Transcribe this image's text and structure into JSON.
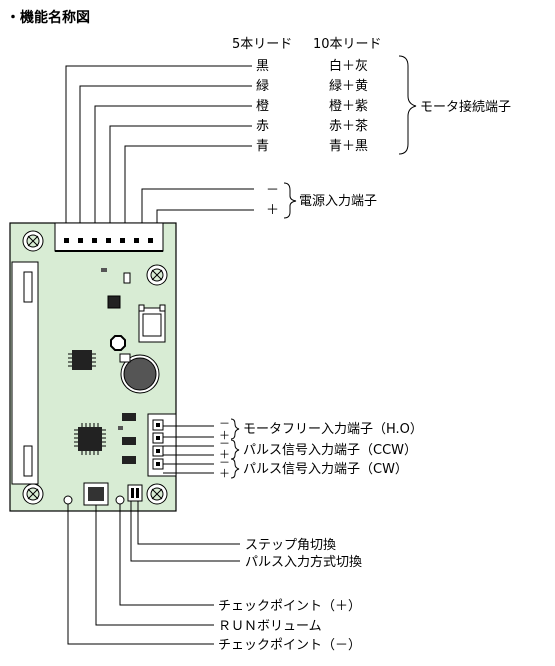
{
  "title": "・機能名称図",
  "wire_headers": {
    "five": "5本リード",
    "ten": "10本リード"
  },
  "wires": [
    {
      "five": "黒",
      "ten": "白＋灰"
    },
    {
      "five": "緑",
      "ten": "緑＋黄"
    },
    {
      "five": "橙",
      "ten": "橙＋紫"
    },
    {
      "five": "赤",
      "ten": "赤＋茶"
    },
    {
      "five": "青",
      "ten": "青＋黒"
    }
  ],
  "motor_terminal_label": "モータ接続端子",
  "power": {
    "minus": "－",
    "plus": "＋",
    "label": "電源入力端子"
  },
  "io_terminals": [
    {
      "minus": "－",
      "plus": "＋",
      "label": "モータフリー入力端子（H.O）"
    },
    {
      "minus": "－",
      "plus": "＋",
      "label": "パルス信号入力端子（CCW）"
    },
    {
      "minus": "－",
      "plus": "＋",
      "label": "パルス信号入力端子（CW）"
    }
  ],
  "bottom_labels": {
    "step_angle": "ステップ角切換",
    "pulse_mode": "パルス入力方式切換",
    "checkpoint_plus": "チェックポイント（＋）",
    "run_volume": "ＲＵＮボリューム",
    "checkpoint_minus": "チェックポイント（－）"
  },
  "colors": {
    "board": "#d8ecd4",
    "line": "#000000"
  }
}
